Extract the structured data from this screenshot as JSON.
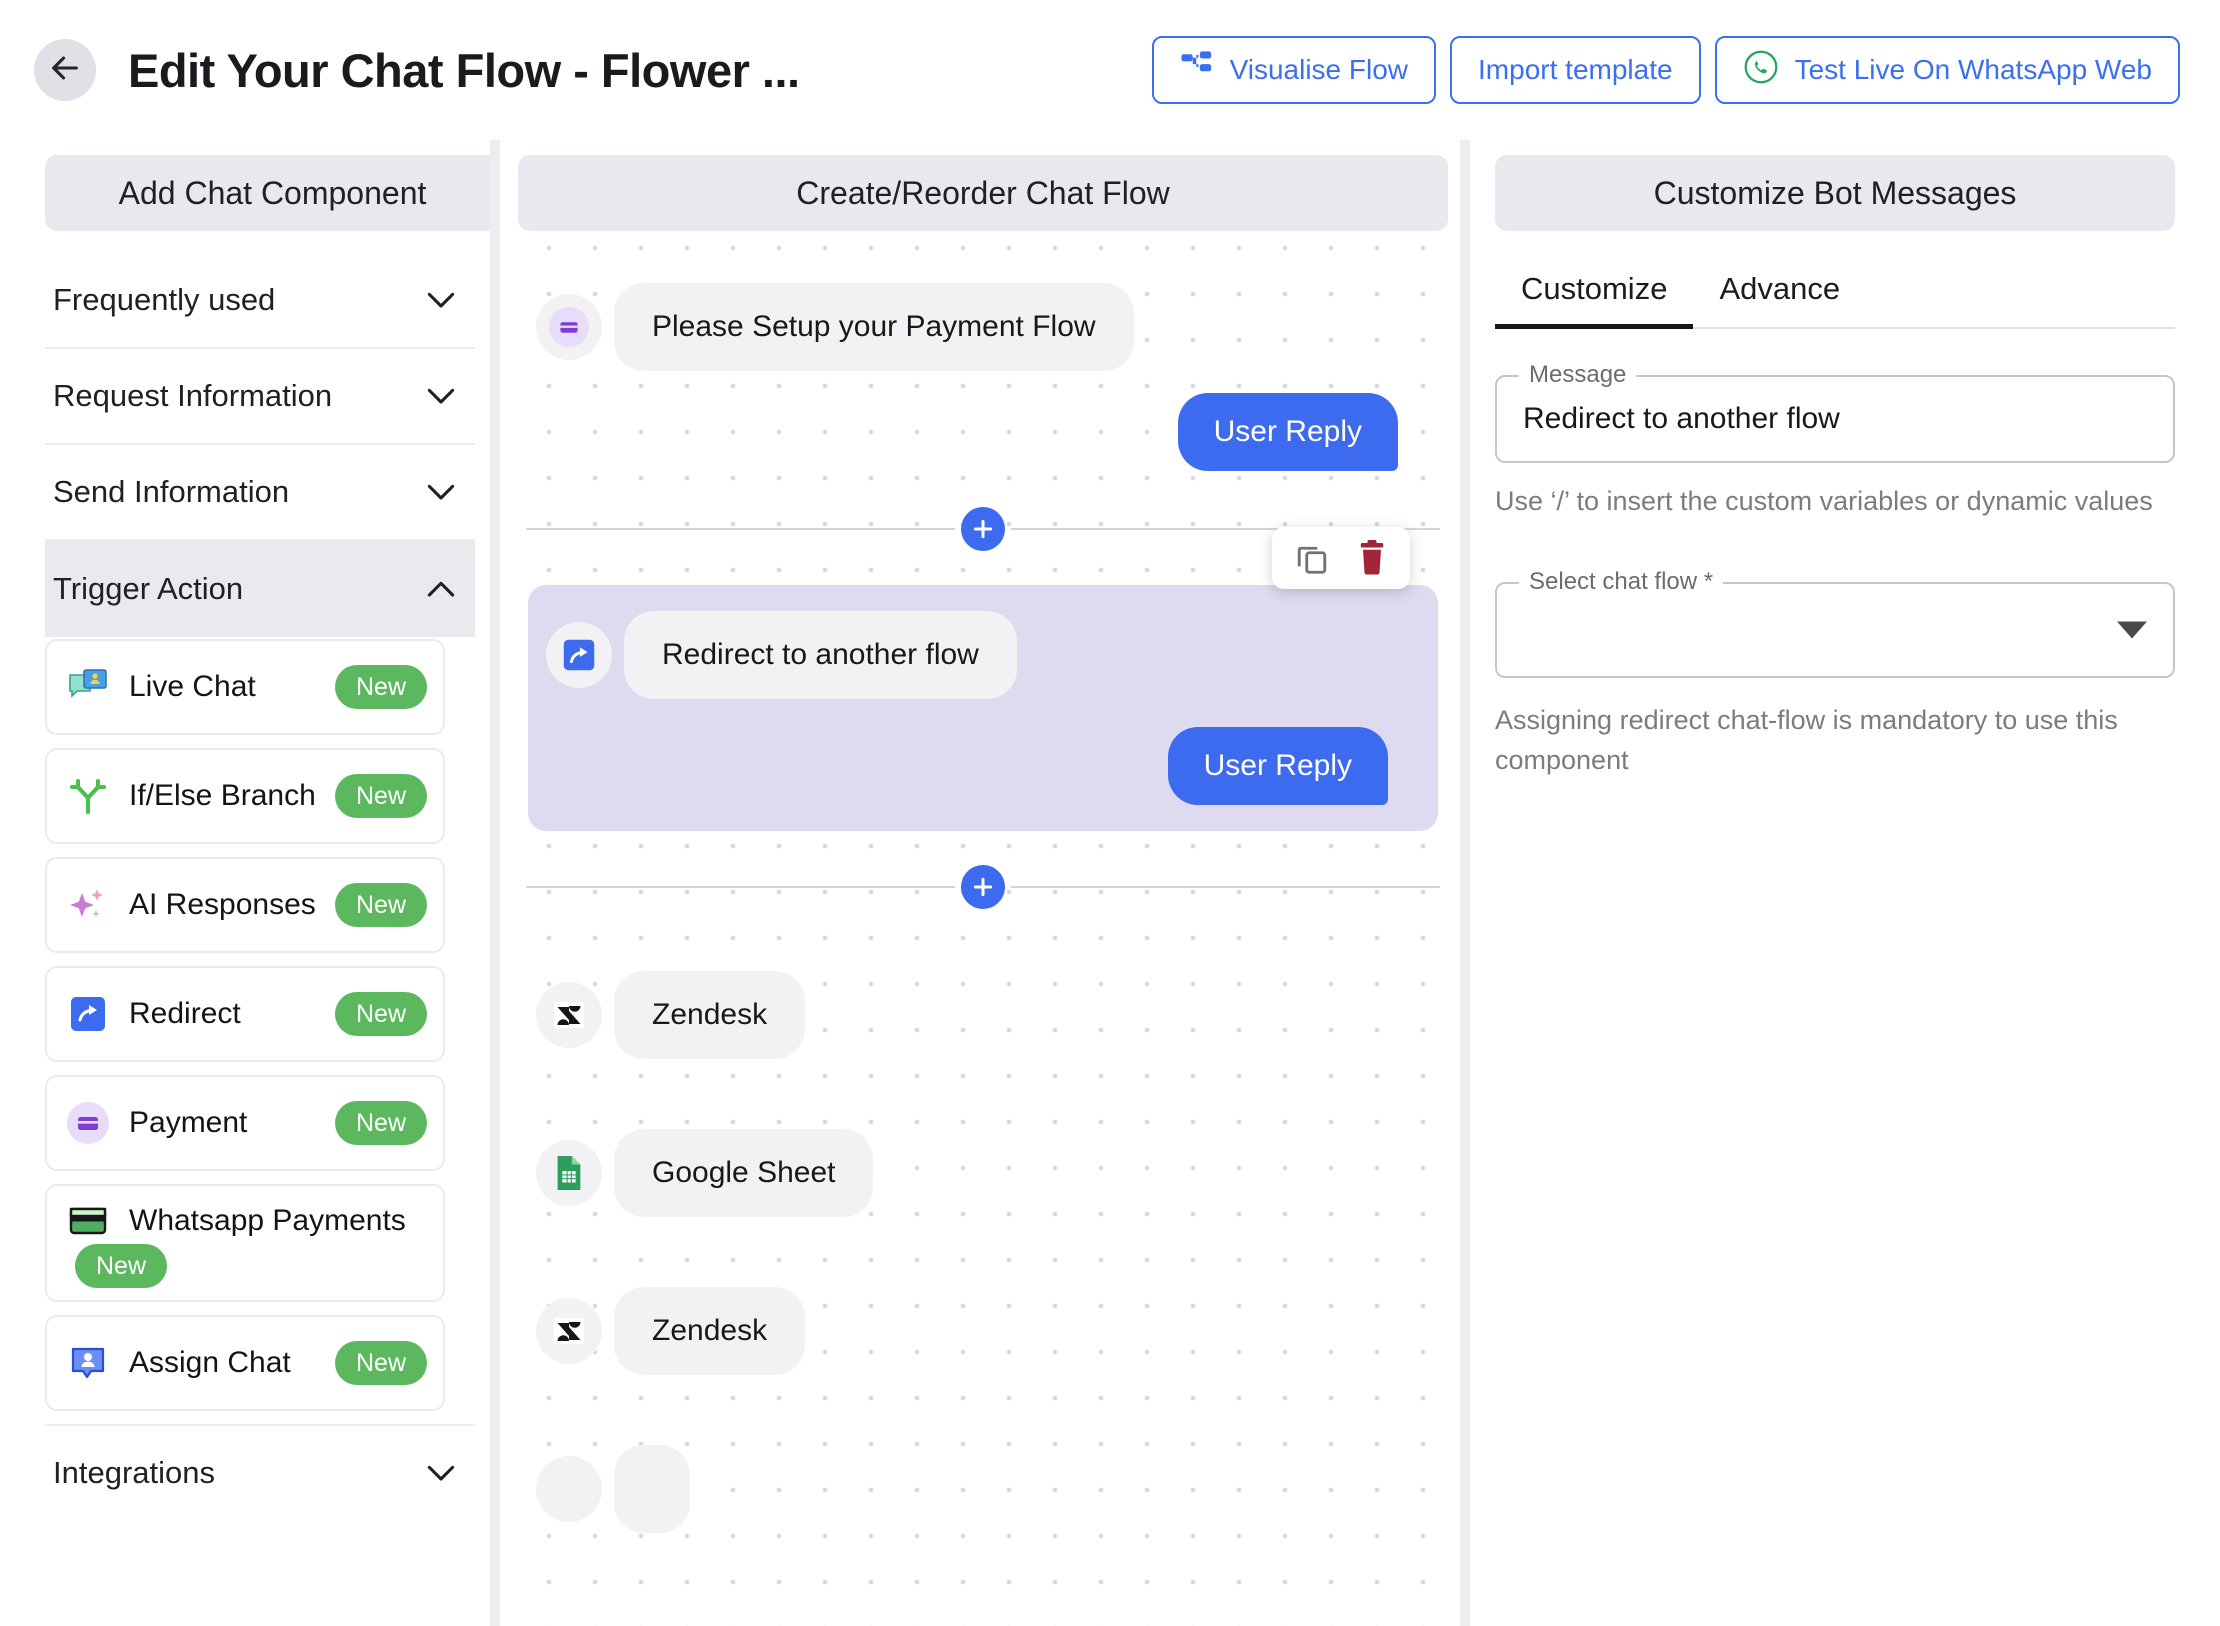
{
  "header": {
    "back_icon": "arrow-left-icon",
    "title": "Edit Your Chat Flow - Flower ...",
    "buttons": [
      {
        "label": "Visualise Flow",
        "icon": "flow-diagram-icon"
      },
      {
        "label": "Import template",
        "icon": "none"
      },
      {
        "label": "Test Live On WhatsApp Web",
        "icon": "whatsapp-icon"
      }
    ],
    "accent_color": "#3b6ff0"
  },
  "left_panel": {
    "title": "Add Chat Component",
    "sections": [
      {
        "label": "Frequently used",
        "expanded": false
      },
      {
        "label": "Request Information",
        "expanded": false
      },
      {
        "label": "Send Information",
        "expanded": false
      },
      {
        "label": "Trigger Action",
        "expanded": true
      },
      {
        "label": "Integrations",
        "expanded": false
      }
    ],
    "trigger_action_items": [
      {
        "label": "Live Chat",
        "icon": "live-chat-icon",
        "badge": "New"
      },
      {
        "label": "If/Else Branch",
        "icon": "branch-icon",
        "badge": "New"
      },
      {
        "label": "AI Responses",
        "icon": "sparkle-icon",
        "badge": "New"
      },
      {
        "label": "Redirect",
        "icon": "redirect-icon",
        "badge": "New"
      },
      {
        "label": "Payment",
        "icon": "payment-card-icon",
        "badge": "New"
      },
      {
        "label": "Whatsapp Payments",
        "icon": "whatsapp-card-icon",
        "badge": "New"
      },
      {
        "label": "Assign Chat",
        "icon": "assign-chat-icon",
        "badge": "New"
      }
    ],
    "badge_color": "#5cb85f"
  },
  "center_panel": {
    "title": "Create/Reorder Chat Flow",
    "add_button_icon": "plus-icon",
    "nodes": [
      {
        "type": "bot",
        "icon": "payment-card-icon",
        "text": "Please Setup your Payment Flow",
        "reply_label": "User Reply",
        "selected": false
      },
      {
        "type": "bot",
        "icon": "redirect-icon",
        "text": "Redirect to another flow",
        "reply_label": "User Reply",
        "selected": true
      },
      {
        "type": "bot",
        "icon": "zendesk-icon",
        "text": "Zendesk",
        "selected": false
      },
      {
        "type": "bot",
        "icon": "google-sheet-icon",
        "text": "Google Sheet",
        "selected": false
      },
      {
        "type": "bot",
        "icon": "zendesk-icon",
        "text": "Zendesk",
        "selected": false
      }
    ],
    "selected_toolbar": {
      "copy_icon": "copy-icon",
      "delete_icon": "trash-icon",
      "delete_color": "#a32338"
    },
    "reply_color": "#3d6bf0",
    "selected_bg": "#dedaf0"
  },
  "right_panel": {
    "title": "Customize Bot Messages",
    "tabs": [
      {
        "label": "Customize",
        "active": true
      },
      {
        "label": "Advance",
        "active": false
      }
    ],
    "message_field": {
      "label": "Message",
      "value": "Redirect to another flow",
      "helper": "Use ‘/’ to insert the custom variables or dynamic values"
    },
    "chat_flow_field": {
      "label": "Select chat flow *",
      "value": "",
      "placeholder": "",
      "icon": "chevron-down-icon",
      "helper": "Assigning redirect chat-flow is mandatory to use this component"
    }
  }
}
